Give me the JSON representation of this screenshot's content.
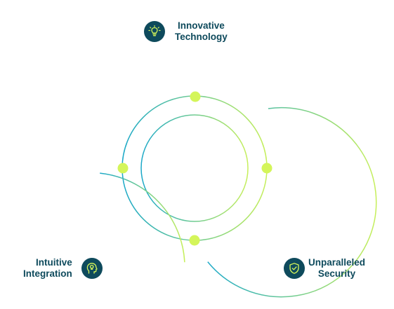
{
  "diagram": {
    "colors": {
      "gradient_start": "#1aa8c8",
      "gradient_end": "#c6ef5a",
      "dot": "#d4f55a",
      "badge_bg": "#0e4a5c",
      "label_text": "#0e4a5c",
      "icon_accent": "#d4f55a"
    },
    "features": [
      {
        "id": "top",
        "line1": "Innovative",
        "line2": "Technology",
        "icon": "lightbulb-icon"
      },
      {
        "id": "left",
        "line1": "Intuitive",
        "line2": "Integration",
        "icon": "head-bulb-icon"
      },
      {
        "id": "right",
        "line1": "Unparalleled",
        "line2": "Security",
        "icon": "shield-check-icon"
      }
    ]
  }
}
